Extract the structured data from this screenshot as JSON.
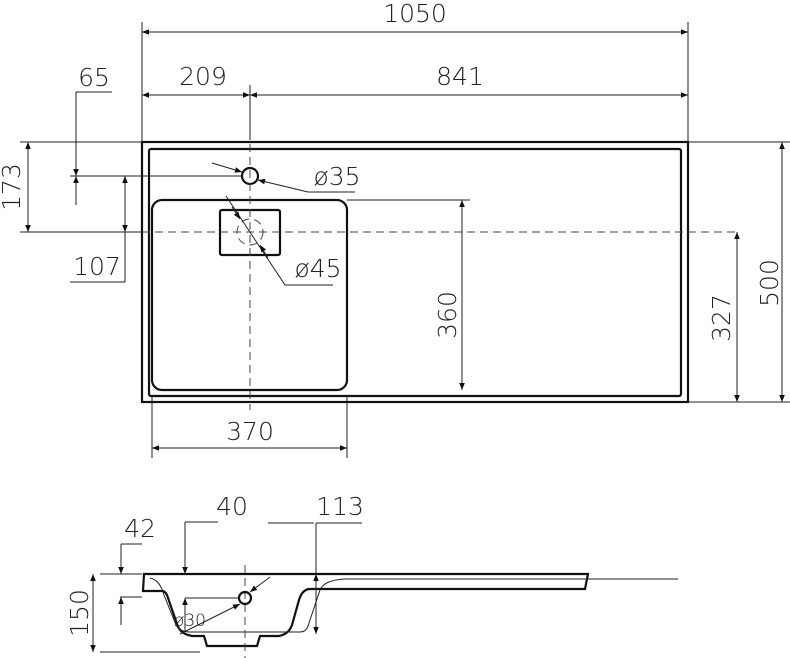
{
  "plan_view": {
    "overall_length": "1050",
    "tap_offset_left": "209",
    "right_length": "841",
    "tap_offset_back": "65",
    "basin_center_back": "173",
    "tap_to_center": "107",
    "tap_hole": "ø35",
    "drain_hole": "ø45",
    "basin_depth": "360",
    "center_to_front": "327",
    "overall_width": "500",
    "basin_width": "370"
  },
  "side_view": {
    "overall_height": "150",
    "rim_thickness": "42",
    "overflow_depth": "40",
    "basin_depth": "113",
    "overflow_hole": "ø30"
  }
}
